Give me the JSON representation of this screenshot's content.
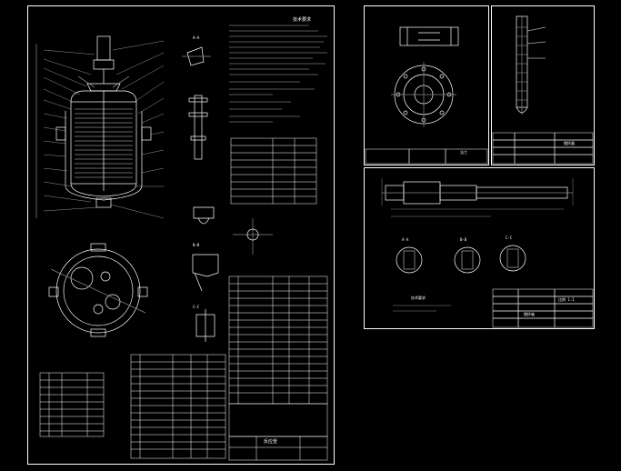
{
  "drawing": {
    "main_sheet": {
      "tech_req_title": "技术要求",
      "section_labels": [
        "A—A",
        "B—B",
        "C—C"
      ],
      "title_block_text": "反应釜"
    },
    "sheet_top_left": {
      "title": "法兰"
    },
    "sheet_top_right": {
      "title": "搅拌器"
    },
    "sheet_bottom": {
      "title": "搅拌轴",
      "sections": [
        "A-A",
        "B-B",
        "C-C"
      ],
      "tech_req_title": "技术要求",
      "scale_note": "比例 1:1"
    }
  }
}
